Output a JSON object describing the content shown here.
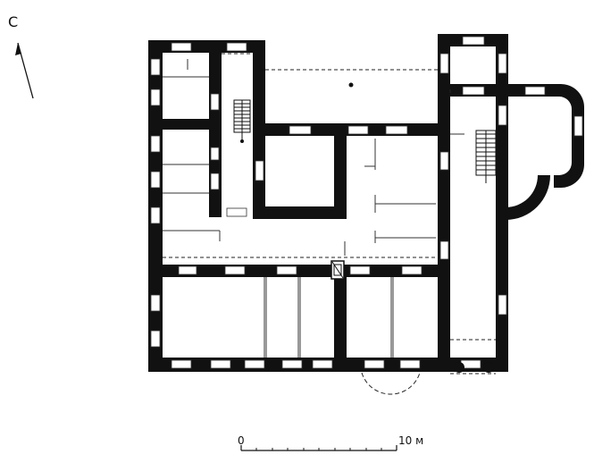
{
  "north_label": "С",
  "scale": {
    "start_label": "0",
    "end_label": "10 м"
  }
}
